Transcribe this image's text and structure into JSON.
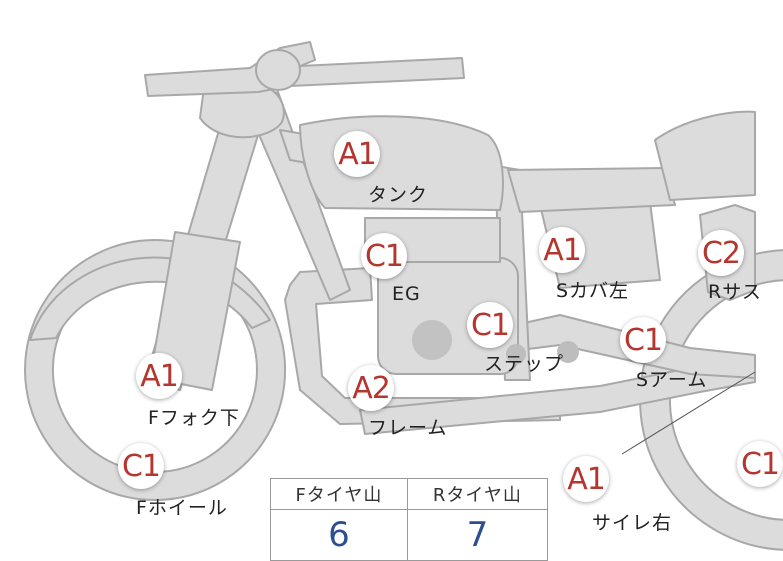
{
  "labels": {
    "tank": {
      "grade": "A1",
      "part": "タンク"
    },
    "engine": {
      "grade": "C1",
      "part": "EG"
    },
    "side_cover_left": {
      "grade": "A1",
      "part": "Sカバ左"
    },
    "rear_suspension": {
      "grade": "C2",
      "part": "Rサス"
    },
    "step": {
      "grade": "C1",
      "part": "ステップ"
    },
    "swing_arm": {
      "grade": "C1",
      "part": "Sアーム"
    },
    "front_fork_lower": {
      "grade": "A1",
      "part": "Fフォク下"
    },
    "frame": {
      "grade": "A2",
      "part": "フレーム"
    },
    "front_wheel": {
      "grade": "C1",
      "part": "Fホイール"
    },
    "silencer_right": {
      "grade": "A1",
      "part": "サイレ右"
    },
    "rear_wheel": {
      "grade": "C1"
    }
  },
  "tire_table": {
    "front_header": "Fタイヤ山",
    "rear_header": "Rタイヤ山",
    "front_value": "6",
    "rear_value": "7"
  },
  "colors": {
    "grade_text": "#b5352f",
    "value_text": "#2e4f8f",
    "bike_fill": "#dcdcdc",
    "bike_stroke": "#a8a8a8"
  }
}
